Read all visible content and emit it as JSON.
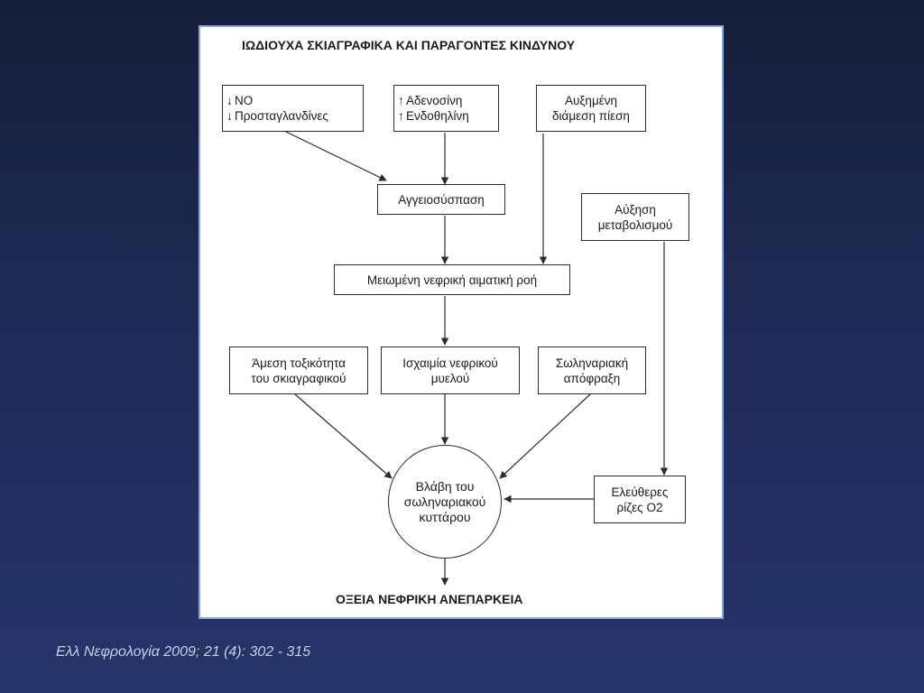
{
  "diagram": {
    "title": "ΙΩΔΙΟΥΧΑ ΣΚΙΑΓΡΑΦΙΚΑ ΚΑΙ ΠΑΡΑΓΟΝΤΕΣ ΚΙΝΔΥΝΟΥ",
    "footer": "ΟΞΕΙΑ ΝΕΦΡΙΚΗ ΑΝΕΠΑΡΚΕΙΑ",
    "nodes": {
      "no_prostaglandins": {
        "line1": "NO",
        "line2": "Προσταγλανδίνες",
        "arrow": "↓"
      },
      "adenosine_endothelin": {
        "line1": "Αδενοσίνη",
        "line2": "Ενδοθηλίνη",
        "arrow": "↑"
      },
      "pressure": {
        "line1": "Αυξημένη",
        "line2": "διάμεση πίεση"
      },
      "vasoconstriction": {
        "line1": "Αγγειοσύσπαση"
      },
      "metabolism": {
        "line1": "Αύξηση",
        "line2": "μεταβολισμού"
      },
      "reduced_flow": {
        "line1": "Μειωμένη νεφρική αιματική ροή"
      },
      "toxicity": {
        "line1": "Άμεση τοξικότητα",
        "line2": "του σκιαγραφικού"
      },
      "ischemia": {
        "line1": "Ισχαιμία νεφρικού",
        "line2": "μυελού"
      },
      "obstruction": {
        "line1": "Σωληναριακή",
        "line2": "απόφραξη"
      },
      "cell_damage": {
        "line1": "Βλάβη του",
        "line2": "σωληναριακού",
        "line3": "κυττάρου"
      },
      "free_radicals": {
        "line1": "Ελεύθερες",
        "line2": "ρίζες O2"
      }
    }
  },
  "citation": "Ελλ Νεφρολογία 2009; 21 (4): 302 - 315"
}
